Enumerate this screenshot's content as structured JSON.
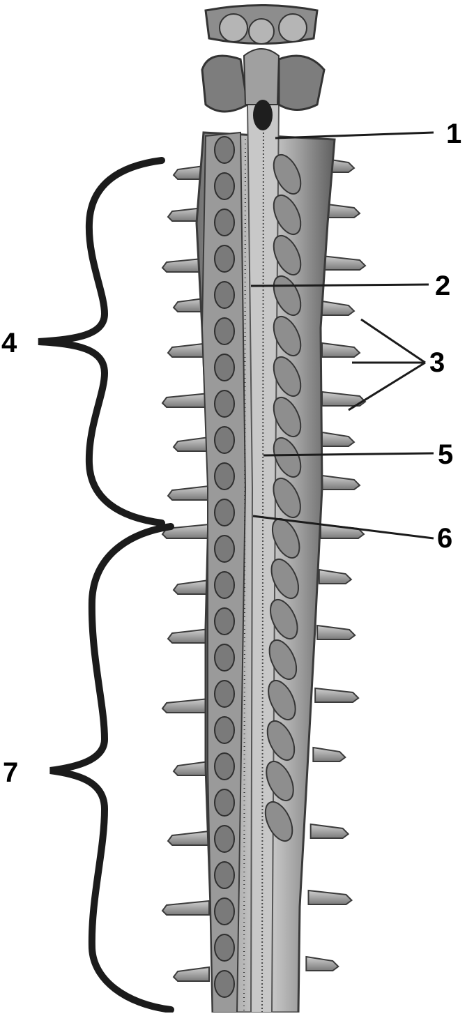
{
  "labels": {
    "one": "1",
    "two": "2",
    "three": "3",
    "four": "4",
    "five": "5",
    "six": "6",
    "seven": "7"
  },
  "colors": {
    "background": "#ffffff",
    "ink": "#111111",
    "bracket": "#1b1b1b",
    "cord_light": "#bdbdbd",
    "cord_mid": "#8d8d8d",
    "cord_dark": "#4a4a4a",
    "nerve_root": "#a8a8a8"
  },
  "illustration": {
    "subject": "spinal-cord-dorsal-view",
    "brace_groups": [
      "upper-brace",
      "lower-brace"
    ]
  }
}
